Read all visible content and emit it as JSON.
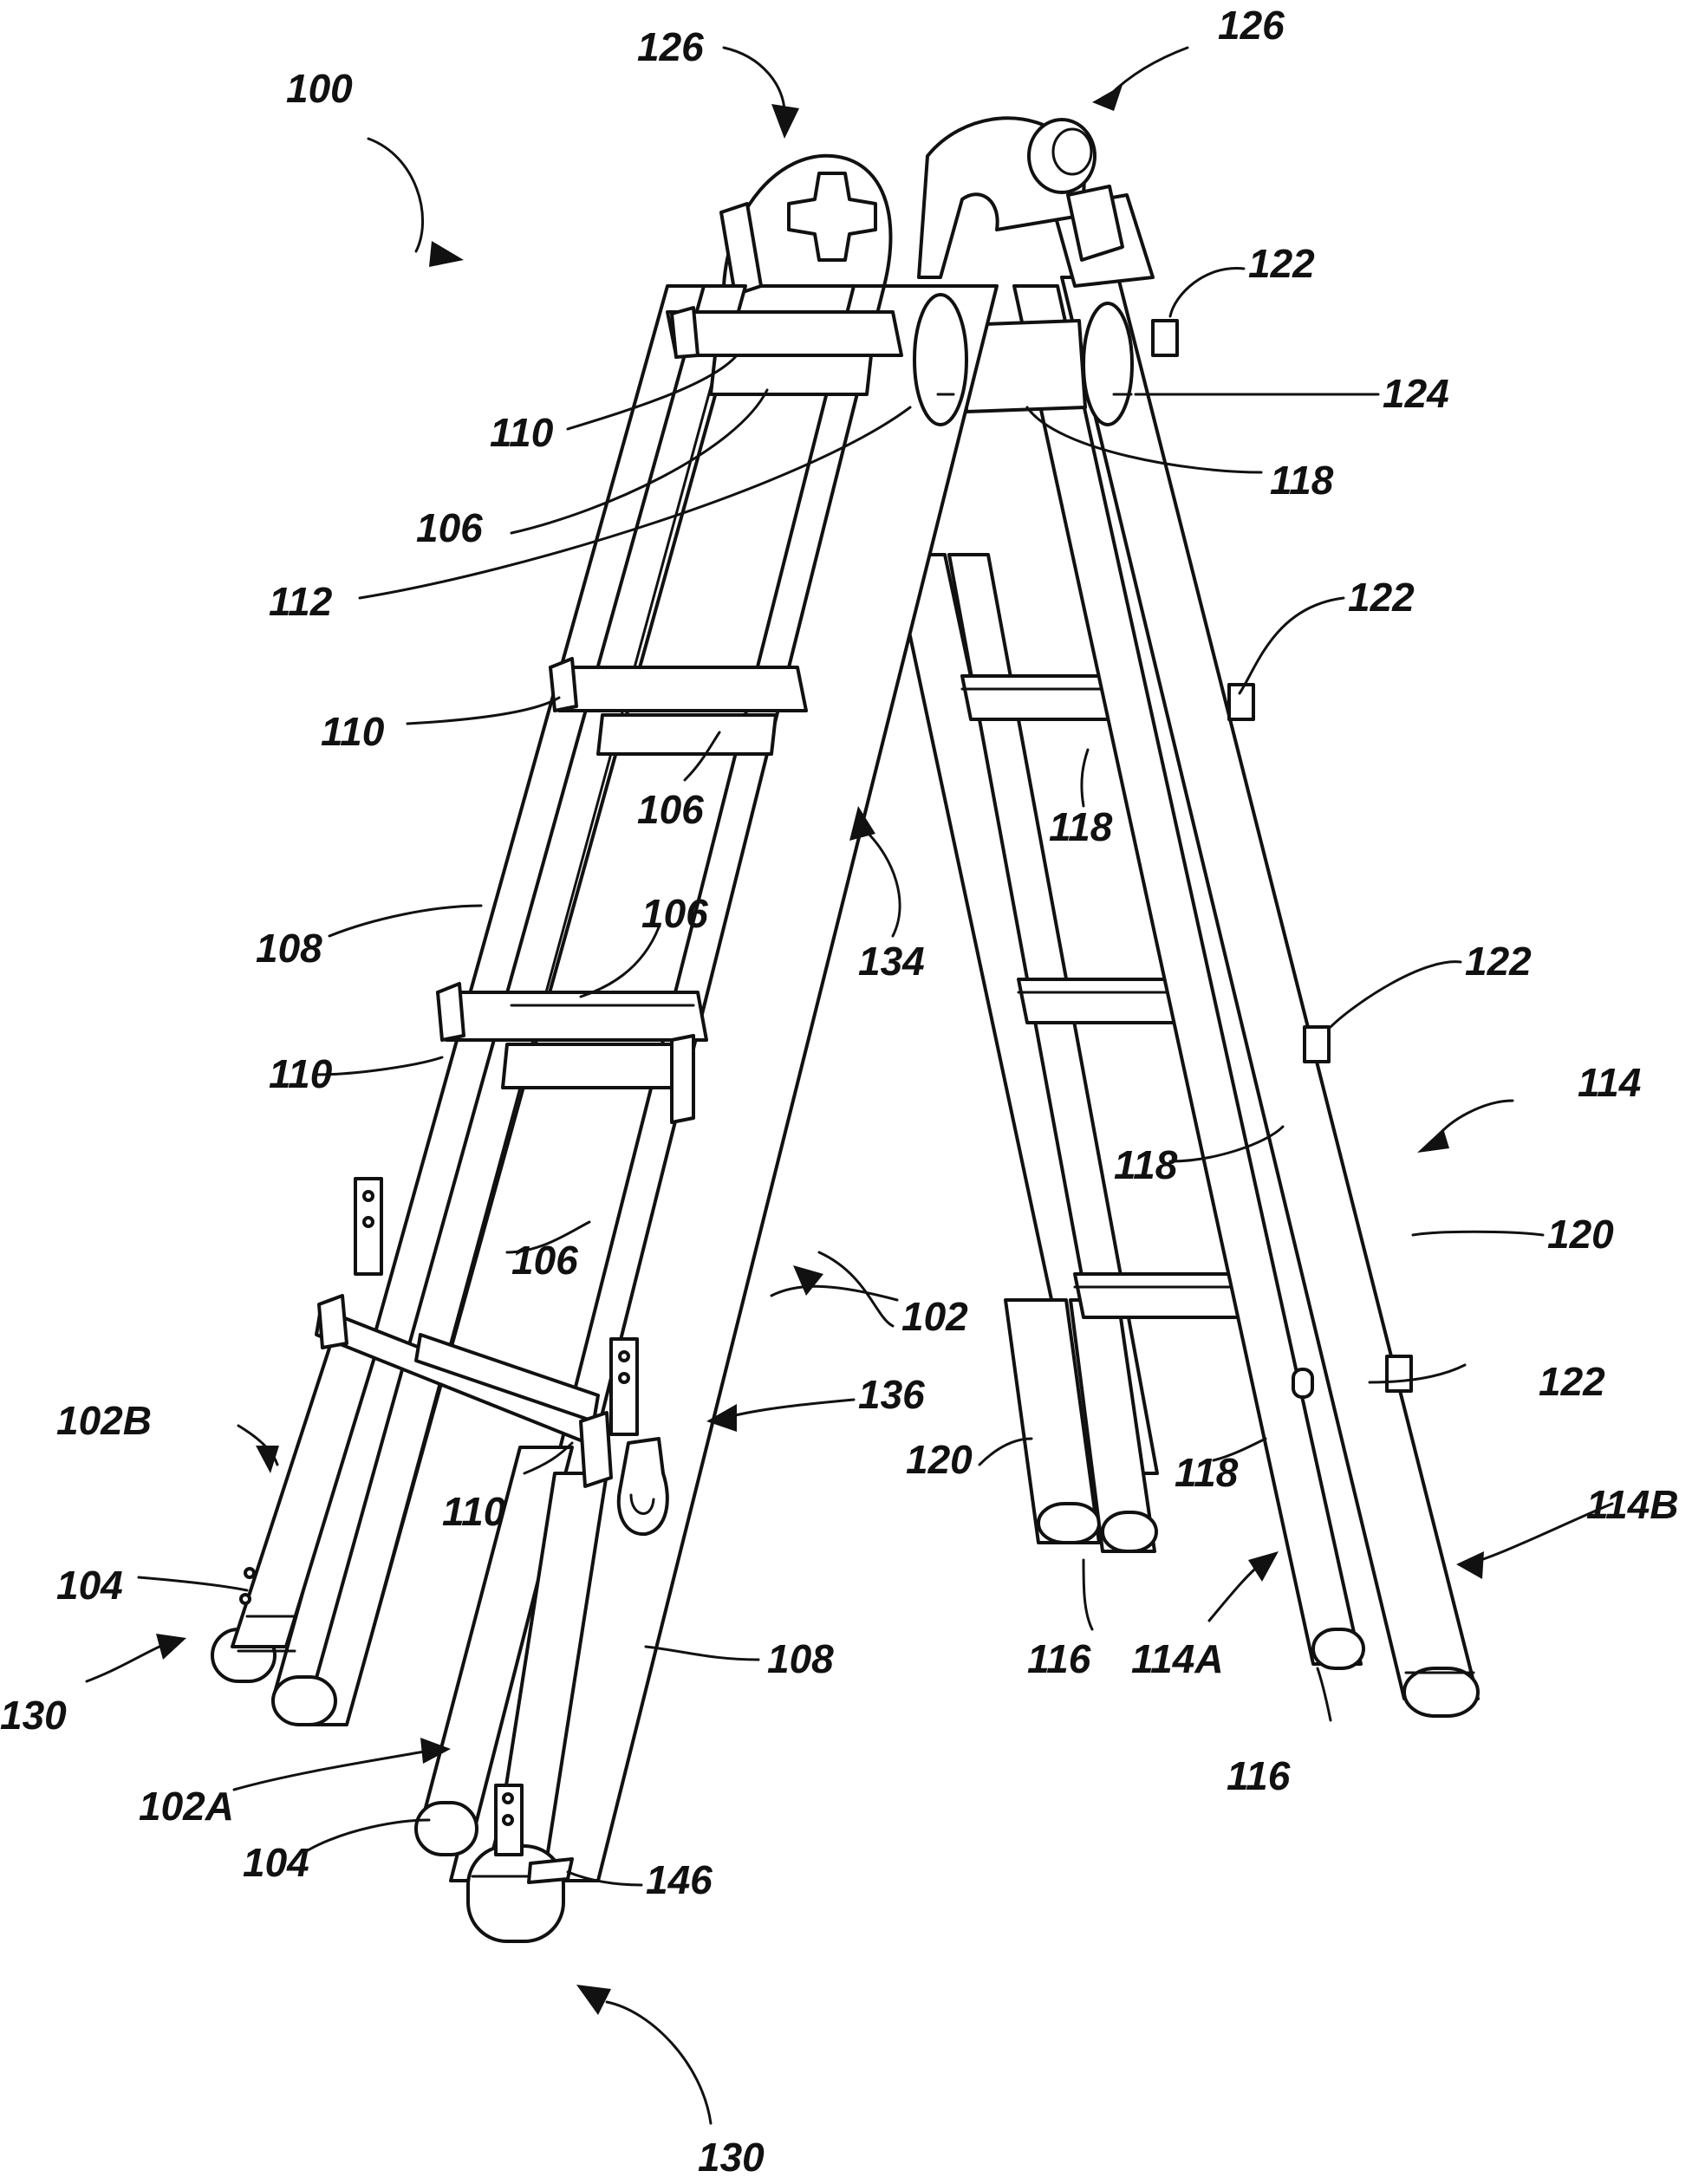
{
  "figure": {
    "labels": {
      "l100": "100",
      "l126_left": "126",
      "l126_right": "126",
      "l122_a": "122",
      "l124": "124",
      "l118_top": "118",
      "l110_a": "110",
      "l106_a": "106",
      "l112": "112",
      "l122_b": "122",
      "l110_b": "110",
      "l106_b": "106",
      "l118_b": "118",
      "l108_upper": "108",
      "l106_c": "106",
      "l134": "134",
      "l122_c": "122",
      "l110_c": "110",
      "l114": "114",
      "l118_c": "118",
      "l106_d": "106",
      "l120_right": "120",
      "l102": "102",
      "l136": "136",
      "l122_d": "122",
      "l102B": "102B",
      "l120_left": "120",
      "l110_d": "110",
      "l118_d": "118",
      "l114B": "114B",
      "l104_upper": "104",
      "l130_left": "130",
      "l108_lower": "108",
      "l116_a": "116",
      "l114A": "114A",
      "l116_b": "116",
      "l102A": "102A",
      "l104_lower": "104",
      "l146": "146",
      "l130_bottom": "130"
    }
  }
}
